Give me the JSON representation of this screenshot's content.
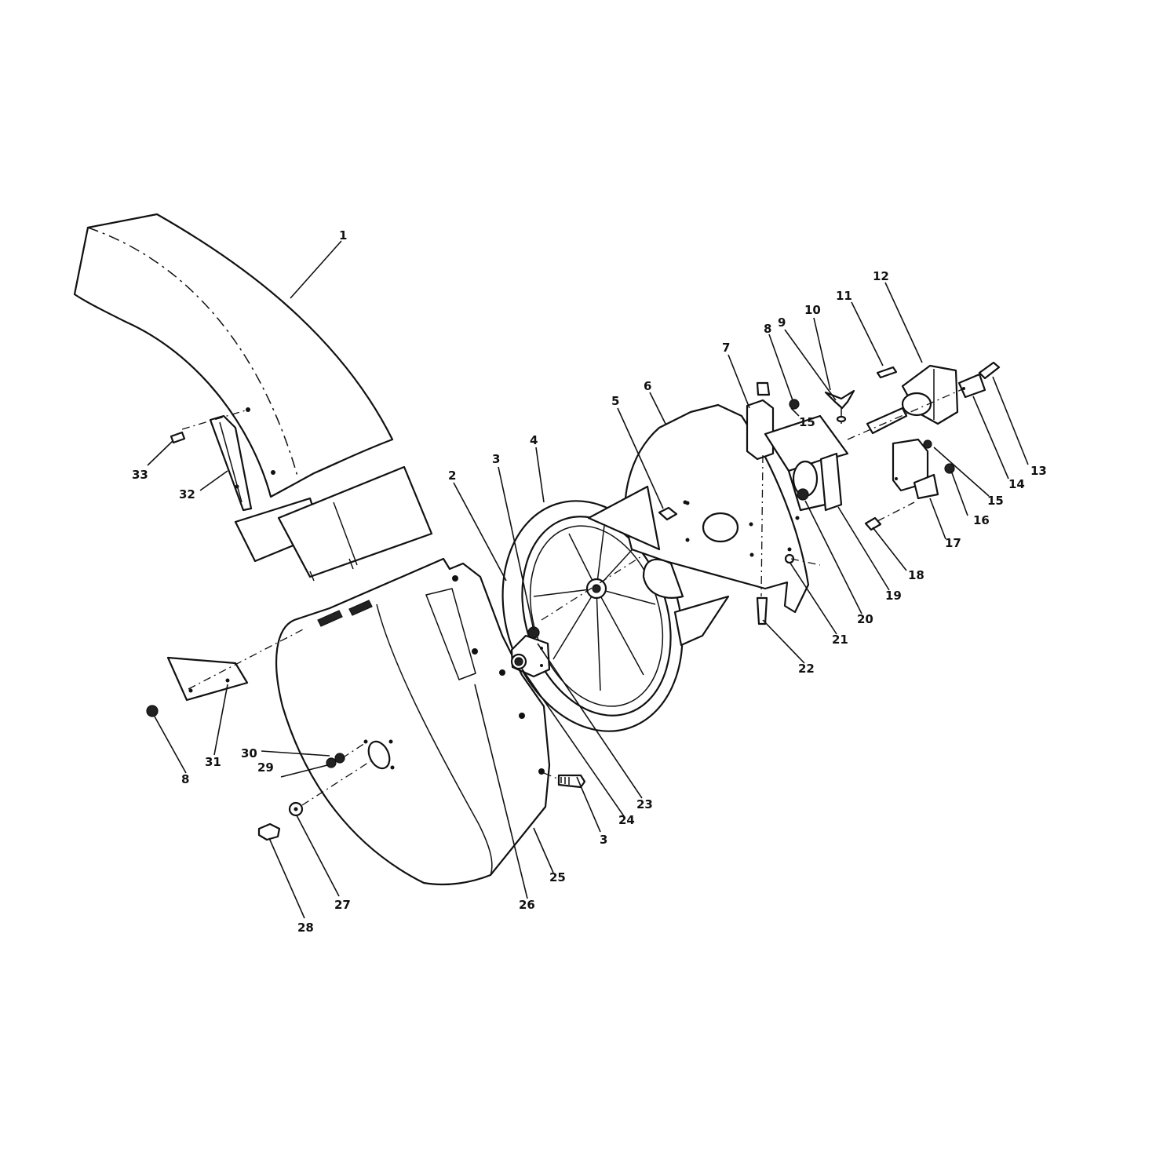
{
  "diagram": {
    "callouts": [
      {
        "id": "c1",
        "label": "1"
      },
      {
        "id": "c2",
        "label": "2"
      },
      {
        "id": "c3a",
        "label": "3"
      },
      {
        "id": "c3b",
        "label": "3"
      },
      {
        "id": "c4",
        "label": "4"
      },
      {
        "id": "c5",
        "label": "5"
      },
      {
        "id": "c6",
        "label": "6"
      },
      {
        "id": "c7",
        "label": "7"
      },
      {
        "id": "c8a",
        "label": "8"
      },
      {
        "id": "c8b",
        "label": "8"
      },
      {
        "id": "c9",
        "label": "9"
      },
      {
        "id": "c10",
        "label": "10"
      },
      {
        "id": "c11",
        "label": "11"
      },
      {
        "id": "c12",
        "label": "12"
      },
      {
        "id": "c13",
        "label": "13"
      },
      {
        "id": "c14",
        "label": "14"
      },
      {
        "id": "c15a",
        "label": "15"
      },
      {
        "id": "c15b",
        "label": "15"
      },
      {
        "id": "c16",
        "label": "16"
      },
      {
        "id": "c17",
        "label": "17"
      },
      {
        "id": "c18",
        "label": "18"
      },
      {
        "id": "c19",
        "label": "19"
      },
      {
        "id": "c20",
        "label": "20"
      },
      {
        "id": "c21",
        "label": "21"
      },
      {
        "id": "c22",
        "label": "22"
      },
      {
        "id": "c23",
        "label": "23"
      },
      {
        "id": "c24",
        "label": "24"
      },
      {
        "id": "c25",
        "label": "25"
      },
      {
        "id": "c26",
        "label": "26"
      },
      {
        "id": "c27",
        "label": "27"
      },
      {
        "id": "c28",
        "label": "28"
      },
      {
        "id": "c29",
        "label": "29"
      },
      {
        "id": "c30",
        "label": "30"
      },
      {
        "id": "c31",
        "label": "31"
      },
      {
        "id": "c32",
        "label": "32"
      },
      {
        "id": "c33",
        "label": "33"
      }
    ]
  }
}
